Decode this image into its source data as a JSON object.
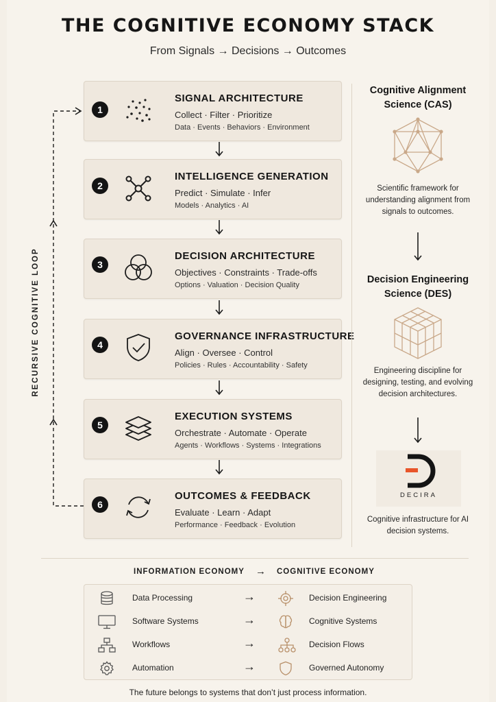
{
  "title": "THE COGNITIVE ECONOMY STACK",
  "subtitle": "From Signals → Decisions → Outcomes",
  "loop_label": "RECURSIVE COGNITIVE LOOP",
  "layers": [
    {
      "num": "1",
      "title": "SIGNAL ARCHITECTURE",
      "verbs": "Collect · Filter · Prioritize",
      "tags": "Data · Events · Behaviors · Environment",
      "icon": "dots-icon"
    },
    {
      "num": "2",
      "title": "INTELLIGENCE GENERATION",
      "verbs": "Predict · Simulate · Infer",
      "tags": "Models · Analytics · AI",
      "icon": "network-node-icon"
    },
    {
      "num": "3",
      "title": "DECISION ARCHITECTURE",
      "verbs": "Objectives · Constraints · Trade-offs",
      "tags": "Options · Valuation · Decision Quality",
      "icon": "venn-circles-icon"
    },
    {
      "num": "4",
      "title": "GOVERNANCE INFRASTRUCTURE",
      "verbs": "Align · Oversee · Control",
      "tags": "Policies · Rules · Accountability · Safety",
      "icon": "shield-check-icon"
    },
    {
      "num": "5",
      "title": "EXECUTION SYSTEMS",
      "verbs": "Orchestrate · Automate · Operate",
      "tags": "Agents · Workflows · Systems · Integrations",
      "icon": "layers-icon"
    },
    {
      "num": "6",
      "title": "OUTCOMES & FEEDBACK",
      "verbs": "Evaluate · Learn · Adapt",
      "tags": "Performance · Feedback · Evolution",
      "icon": "refresh-cycle-icon"
    }
  ],
  "right": {
    "cas_title": "Cognitive Alignment Science (CAS)",
    "cas_desc": "Scientific framework for understanding alignment from signals to outcomes.",
    "des_title": "Decision Engineering Science (DES)",
    "des_desc": "Engineering discipline for designing, testing, and evolving decision architectures.",
    "brand": "DECIRA",
    "brand_desc": "Cognitive infrastructure for AI decision systems."
  },
  "comparison": {
    "left_header": "INFORMATION ECONOMY",
    "arrow": "→",
    "right_header": "COGNITIVE ECONOMY",
    "rows": [
      {
        "from": "Data Processing",
        "to": "Decision Engineering",
        "from_icon": "database-icon",
        "to_icon": "target-icon"
      },
      {
        "from": "Software Systems",
        "to": "Cognitive Systems",
        "from_icon": "monitor-icon",
        "to_icon": "brain-icon"
      },
      {
        "from": "Workflows",
        "to": "Decision Flows",
        "from_icon": "flowchart-icon",
        "to_icon": "decision-flow-icon"
      },
      {
        "from": "Automation",
        "to": "Governed Autonomy",
        "from_icon": "gear-icon",
        "to_icon": "shield-icon"
      }
    ]
  },
  "footer": "The future belongs to systems that don’t just process information.",
  "colors": {
    "background": "#f7f3ec",
    "card": "#efe8de",
    "accent_tan": "#c9a889",
    "brand_orange": "#e8552a"
  }
}
